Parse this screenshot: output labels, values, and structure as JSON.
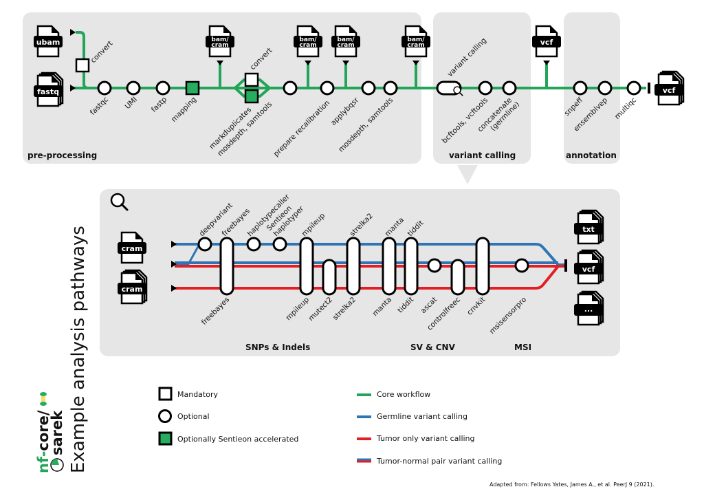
{
  "title": "Example analysis pathways",
  "logo": {
    "prefix": "nf-",
    "core": "core/",
    "name": "sarek"
  },
  "colors": {
    "core": "#22a559",
    "germline": "#2f74b5",
    "tumor": "#e31e24",
    "panel": "#e6e6e6",
    "green_fill": "#26ad5f"
  },
  "sections": {
    "preprocessing": "pre-processing",
    "variant_calling": "variant calling",
    "annotation": "annotation",
    "snps": "SNPs & Indels",
    "sv": "SV & CNV",
    "msi": "MSI"
  },
  "files": {
    "ubam": "ubam",
    "fastq": "fastq",
    "bamcram1": "bam/",
    "bamcram2": "cram",
    "vcf": "vcf",
    "cram": "cram",
    "txt": "txt",
    "etc": "..."
  },
  "top_steps": {
    "convert1": "convert",
    "fastqc": "fastqc",
    "umi": "UMI",
    "fastp": "fastp",
    "mapping": "mapping",
    "convert2": "convert",
    "markduplicates": "markduplicates",
    "mosdepth1": "mosdepth, samtools",
    "prepare": "prepare recalibration",
    "applybqsr": "applybqsr",
    "mosdepth2": "mosdepth, samtools",
    "variant_calling": "variant calling",
    "bcftools": "bcftools, vcftools",
    "concat1": "concatenate",
    "concat2": "(germline)",
    "snpeff": "snpeff",
    "ensemblvep": "ensemblvep",
    "multiqc": "multiqc"
  },
  "bottom_steps": {
    "deepvariant": "deepvariant",
    "freebayes_top": "freebayes",
    "haplotypecaller": "haplotypecaller",
    "sentieon1": "Sentieon",
    "sentieon2": "haplotyper",
    "mpileup_top": "mpileup",
    "strelka_top": "strelka2",
    "manta_top": "manta",
    "tiddit_top": "tiddit",
    "freebayes_bot": "freebayes",
    "mpileup_bot": "mpileup",
    "mutect2": "mutect2",
    "strelka_bot": "strelka2",
    "manta_bot": "manta",
    "tiddit_bot": "tiddit",
    "ascat": "ascat",
    "controlfreec": "controlfreec",
    "cnvkit": "cnvkit",
    "msisensorpro": "msisensorpro"
  },
  "legend": {
    "mandatory": "Mandatory",
    "optional": "Optional",
    "sentieon": "Optionally Sentieon accelerated",
    "core": "Core workflow",
    "germline": "Germline variant calling",
    "tumor_only": "Tumor only variant calling",
    "tumor_normal": "Tumor-normal pair variant calling"
  },
  "citation": "Adapted from: Fellows Yates, James A., et al.  PeerJ 9 (2021)."
}
